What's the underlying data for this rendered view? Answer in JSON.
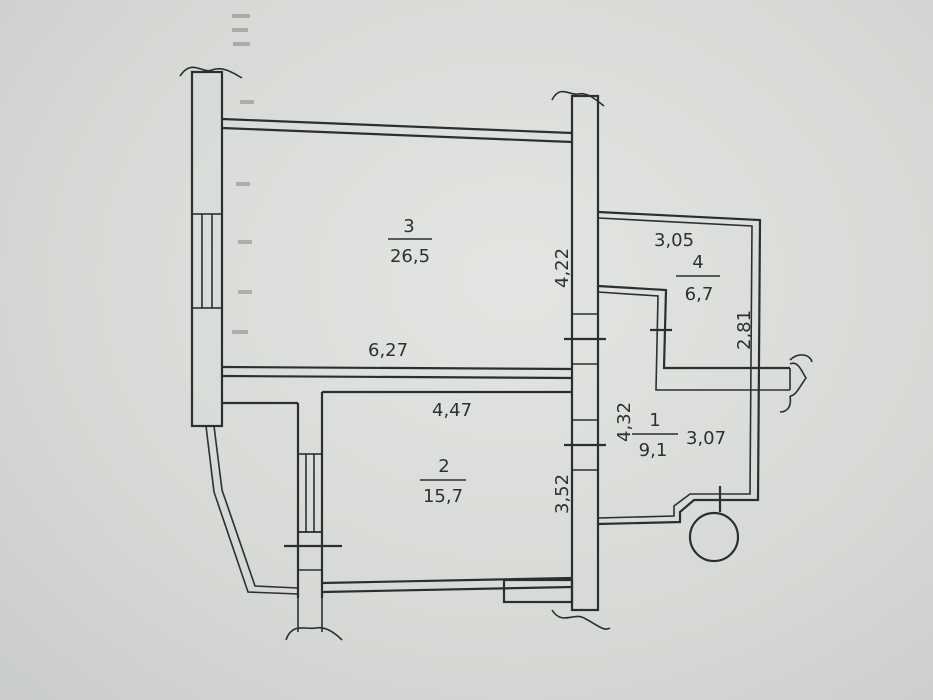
{
  "rooms": [
    {
      "number": "3",
      "area": "26,5"
    },
    {
      "number": "2",
      "area": "15,7"
    },
    {
      "number": "4",
      "area": "6,7"
    },
    {
      "number": "1",
      "area": "9,1"
    }
  ],
  "dimensions": {
    "d_6_27": "6,27",
    "d_4_47": "4,47",
    "d_4_22": "4,22",
    "d_3_52": "3,52",
    "d_4_32": "4,32",
    "d_3_05": "3,05",
    "d_2_81": "2,81",
    "d_3_07": "3,07"
  }
}
